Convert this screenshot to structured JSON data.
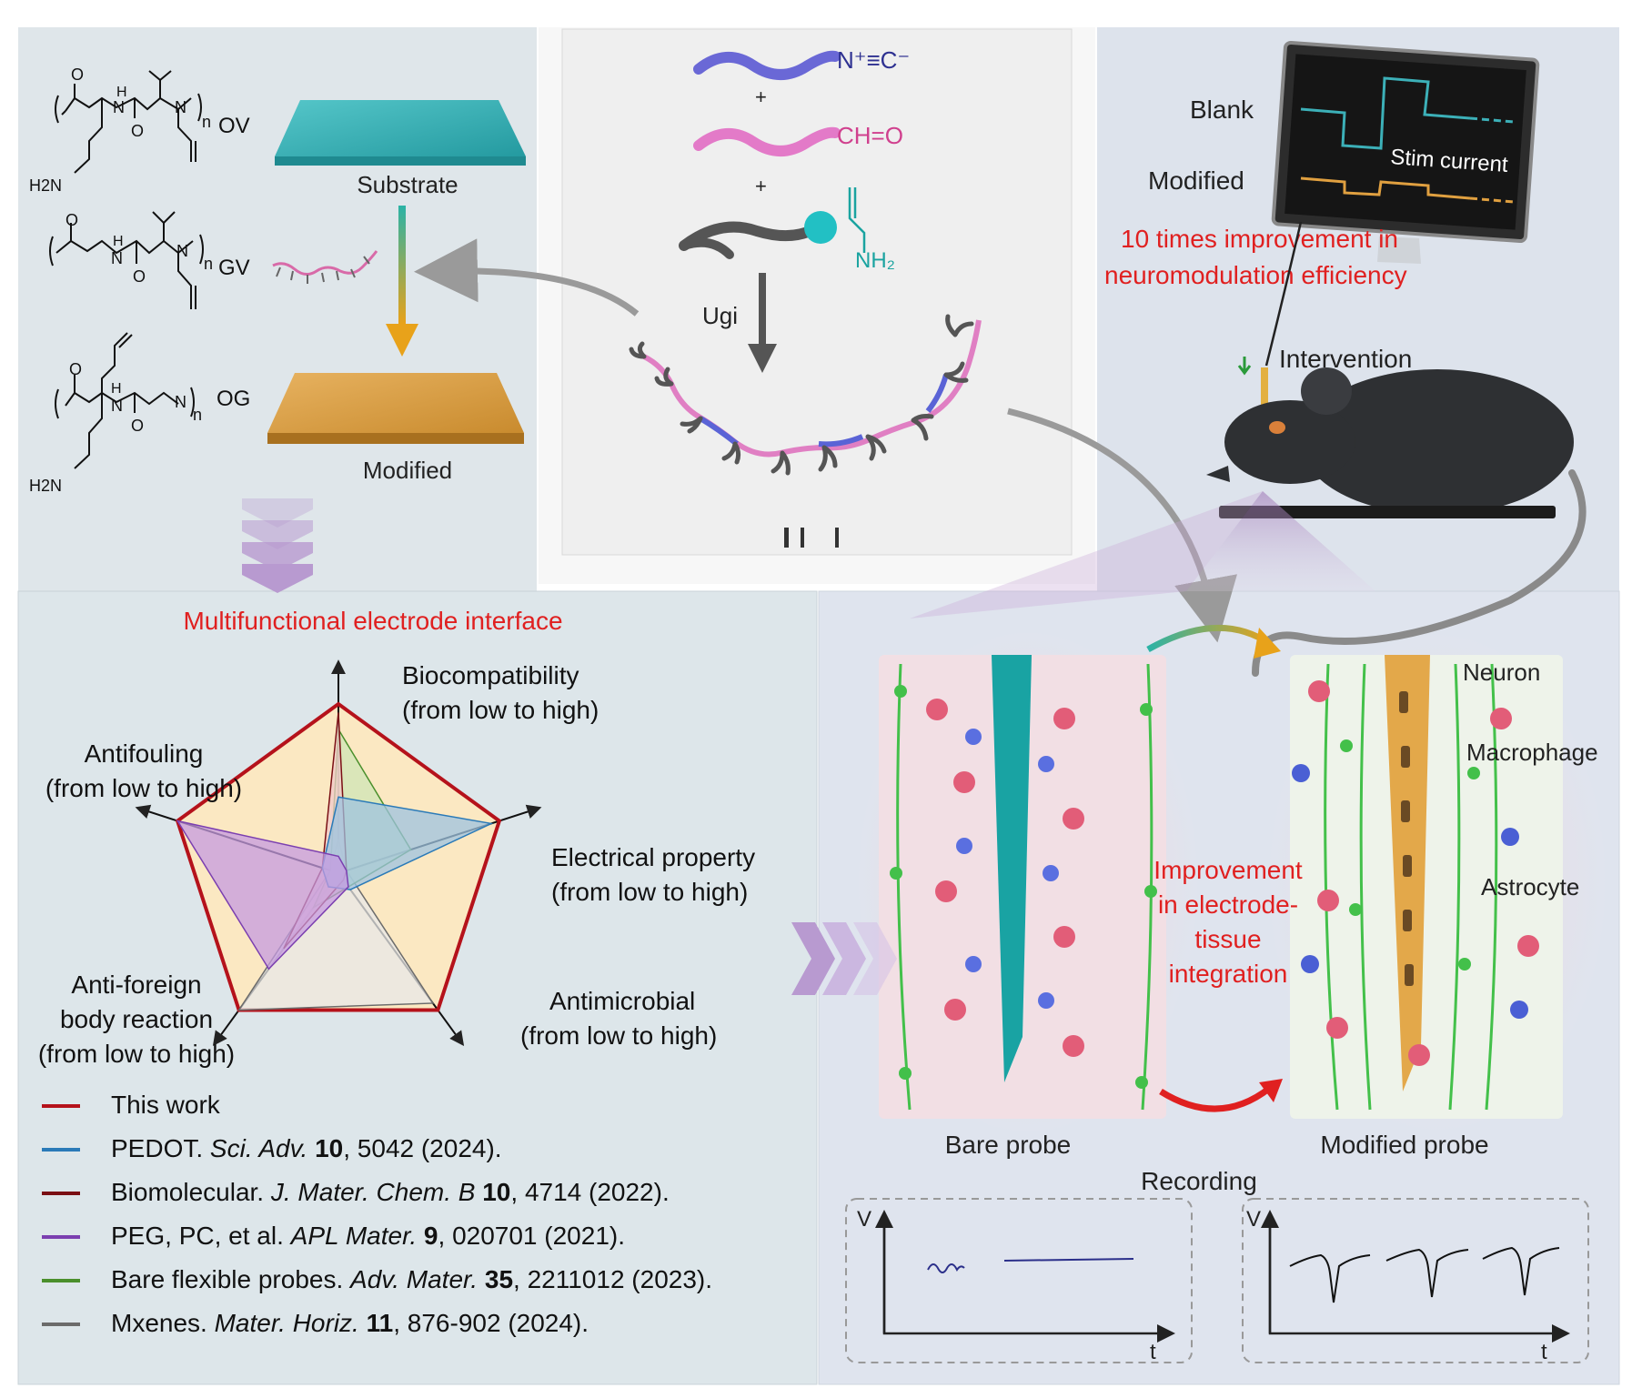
{
  "chem": {
    "ov": {
      "n": "n",
      "name": "OV",
      "amine": "H2N",
      "hn": "H",
      "n_atom": "N",
      "o": "O"
    },
    "gv": {
      "n": "n",
      "name": "GV",
      "hn": "H",
      "n_atom": "N",
      "o": "O"
    },
    "og": {
      "n": "n",
      "name": "OG",
      "amine": "H2N",
      "hn": "H",
      "n_atom": "N",
      "o": "O"
    },
    "substrate_label": "Substrate",
    "modified_label": "Modified"
  },
  "ugi": {
    "isocyanide": "N⁺≡C⁻",
    "aldehyde": "CH=O",
    "plus": "+",
    "amine": "NH₂",
    "reaction": "Ugi"
  },
  "neuro": {
    "blank": "Blank",
    "modified": "Modified",
    "stim": "Stim current",
    "improvement_line1": "10 times improvement in",
    "improvement_line2": "neuromodulation efficiency",
    "intervention": "Intervention"
  },
  "probes": {
    "neuron": "Neuron",
    "macrophage": "Macrophage",
    "astrocyte": "Astrocyte",
    "integration": [
      "Improvement",
      "in electrode-",
      "tissue",
      "integration"
    ],
    "bare": "Bare probe",
    "modified": "Modified probe",
    "recording": "Recording",
    "v": "V",
    "t": "t"
  },
  "radar": {
    "title": "Multifunctional electrode interface",
    "axes": [
      {
        "name": "Biocompatibility",
        "sub": "(from low to high)"
      },
      {
        "name": "Electrical property",
        "sub": "(from low to high)"
      },
      {
        "name": "Antimicrobial",
        "sub": "(from low to high)"
      },
      {
        "name": "Anti-foreign",
        "sub2": "body reaction",
        "sub": "(from low to high)"
      },
      {
        "name": "Antifouling",
        "sub": "(from low to high)"
      }
    ],
    "series": [
      {
        "key": "this",
        "color": "#b5121b",
        "values": [
          1,
          1,
          1,
          1,
          1
        ]
      },
      {
        "key": "pedot",
        "color": "#2a7ab8",
        "values": [
          0.45,
          0.95,
          0.12,
          0.1,
          0.1
        ]
      },
      {
        "key": "bio",
        "color": "#7a0f14",
        "values": [
          0.95,
          0.05,
          0.05,
          0.55,
          0.1
        ]
      },
      {
        "key": "peg",
        "color": "#7b3fb0",
        "values": [
          0.1,
          0.05,
          0.1,
          0.7,
          1.0
        ]
      },
      {
        "key": "bare",
        "color": "#4a8f2c",
        "values": [
          0.85,
          0.45,
          0.1,
          0.25,
          0.05
        ]
      },
      {
        "key": "mxene",
        "color": "#6b6b6b",
        "values": [
          0.2,
          0.05,
          0.95,
          1.0,
          0.05
        ]
      }
    ]
  },
  "legend": [
    {
      "color": "#b5121b",
      "plain": "This work",
      "ital": "",
      "bold": "",
      "rest": ""
    },
    {
      "color": "#2a7ab8",
      "plain": "PEDOT. ",
      "ital": "Sci. Adv.",
      "bold": "10",
      "rest": ", 5042 (2024)."
    },
    {
      "color": "#7a0f14",
      "plain": "Biomolecular. ",
      "ital": "J. Mater. Chem. B",
      "bold": "10",
      "rest": ", 4714 (2022)."
    },
    {
      "color": "#7b3fb0",
      "plain": "PEG, PC, et al. ",
      "ital": "APL Mater.",
      "bold": "9",
      "rest": ", 020701 (2021)."
    },
    {
      "color": "#4a8f2c",
      "plain": "Bare flexible probes. ",
      "ital": "Adv. Mater.",
      "bold": "35",
      "rest": ", 2211012 (2023)."
    },
    {
      "color": "#6b6b6b",
      "plain": "Mxenes. ",
      "ital": "Mater. Horiz.",
      "bold": "11",
      "rest": ", 876-902 (2024)."
    }
  ]
}
